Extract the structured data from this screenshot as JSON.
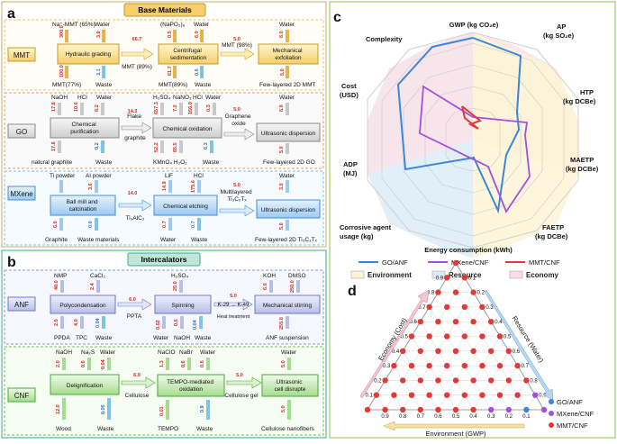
{
  "panel_a": {
    "letter": "a",
    "header": "Base Materials",
    "mmt": {
      "label": "MMT",
      "in1": "Na⁺-MMT (65%)",
      "in1_val": "300.0",
      "in2": "Water",
      "in2_val": "3.0",
      "box1": "Hydraulic grading",
      "out1_val": "100.0",
      "out1": "MMT(77%)",
      "waste_val": "3.1",
      "waste": "Waste",
      "arrow1_val": "66.7",
      "arrow1": "MMT (89%)",
      "in3": "(NaPO₃)₆",
      "in3_val": "0.5",
      "in4": "Water",
      "in4_val": "6.0",
      "box2": "Centrifugal sedimentation",
      "out2_val": "61.7",
      "out2": "MMT(89%)",
      "waste2_val": "0.6",
      "waste2": "Waste",
      "arrow2_val": "5.0",
      "arrow2": "MMT (98%)",
      "in5": "Water",
      "in5_val": "6.0",
      "box3": "Mechanical exfoliation",
      "product_val": "5.0",
      "product": "Few-layered 2D MMT"
    },
    "go": {
      "label": "GO",
      "in1": "NaOH",
      "in1_val": "17.8",
      "in2": "HCl",
      "in2_val": "10.6",
      "in3": "Water",
      "in3_val": "6.2",
      "box1": "Chemical purification",
      "src_val": "17.8",
      "src": "natural graphite",
      "waste_val": "0.2",
      "waste": "Waste",
      "arrow1_val": "14.3",
      "arrow1": "Flake graphite",
      "in4": "H₂SO₄",
      "in4_val": "657.3",
      "in5": "NaNO₃",
      "in5_val": "7.2",
      "in6": "HCl",
      "in6_val": "166.0",
      "in7": "Water",
      "in7_val": "0.3",
      "box2": "Chemical oxidation",
      "oxid_val": "52.2",
      "oxid_val2": "65.5",
      "oxid": "KMnO₄  H₂O₂",
      "waste2_val": "6.3",
      "waste2": "Waste",
      "arrow2_val": "5.0",
      "arrow2": "Graphene oxide",
      "in8": "Water",
      "in8_val": "6.0",
      "box3": "Ultrasonic dispersion",
      "product_val": "5.0",
      "product": "Few-layered 2D GO"
    },
    "mxene": {
      "label": "MXene",
      "in1": "Ti powder",
      "in1_val": "",
      "in2": "Al powder",
      "in2_val": "3.6",
      "box1": "Ball mill and calcination",
      "src_val": "6.0",
      "src": "Graphite",
      "waste_val": "0.0",
      "waste": "Waste materials",
      "arrow1_val": "14.0",
      "arrow1": "Ti₃AlC₂",
      "in3": "LiF",
      "in3_val": "14.9",
      "in4": "HCl",
      "in4_val": "175.6",
      "box2": "Chemical etching",
      "water_val": "0.7",
      "water": "Water",
      "waste2_val": "0.7",
      "waste2": "Waste",
      "arrow2_val": "5.0",
      "arrow2": "Multilayered Ti₃C₂Tₓ",
      "in5": "Water",
      "in5_val": "3.0",
      "box3": "Ultrasonic dispersion",
      "product_val": "5.0",
      "product": "Few-layered 2D Ti₃C₂Tₓ"
    }
  },
  "panel_b": {
    "letter": "b",
    "header": "Intercalators",
    "anf": {
      "label": "ANF",
      "in1": "NMP",
      "in1_val": "40.0",
      "in2": "CaCl₂",
      "in2_val": "2.4",
      "box1": "Polycondensation",
      "src1_val": "2.0",
      "src1": "PPDA",
      "src2_val": "4.0",
      "src2": "TPC",
      "waste_val": "0.04",
      "waste": "Waste",
      "arrow1_val": "6.0",
      "arrow1": "PPTA",
      "in3": "H₂SO₄",
      "in3_val": "25.0",
      "box2": "Spinning",
      "w1_val": "0.02",
      "w1": "Water",
      "w2_val": "0.5",
      "w2": "NaOH",
      "w3_val": "0.04",
      "w3": "Waste",
      "arrow2_val": "5.0",
      "arrow2": "K-29 → K-49",
      "arrow2b": "Heat treatment",
      "in4": "KOH",
      "in4_val": "6.0",
      "in5": "DMSO",
      "in5_val": "250.0",
      "box3": "Mechanical stirring",
      "product_val": "255.0",
      "product": "ANF suspension"
    },
    "cnf": {
      "label": "CNF",
      "in1": "NaOH",
      "in1_val": "2.0",
      "in2": "Na₂S",
      "in2_val": "0.6",
      "in3": "Water",
      "in3_val": "0.04",
      "box1": "Delignification",
      "src_val": "12.0",
      "src": "Wood",
      "waste_val": "0.05",
      "waste": "Waste",
      "arrow1_val": "6.0",
      "arrow1": "Cellulose",
      "in4": "NaClO",
      "in4_val": "1.3",
      "in5": "NaBr",
      "in5_val": "0.6",
      "in6": "Water",
      "in6_val": "0.5",
      "box2": "TEMPO-mediated oxidation",
      "tempo_val": "0.01",
      "tempo": "TEMPO",
      "waste2_val": "0.9",
      "waste2": "Waste",
      "arrow2_val": "5.0",
      "arrow2": "Cellulose gel",
      "in7": "Water",
      "in7_val": "5.0",
      "box3": "Ultrasonic cell disrupte",
      "product_val": "5.0",
      "product": "Cellulose nanofibers"
    }
  },
  "panel_c": {
    "letter": "c",
    "axes": [
      "GWP (kg CO₂e)",
      "AP (kg SO₂e)",
      "HTP (kg DCBe)",
      "MAETP (kg DCBe)",
      "FAETP (kg DCBe)",
      "Energy consumption (kWh)",
      "Corrosive agent usage (kg)",
      "ADP (MJ)",
      "Cost (USD)",
      "Complexity"
    ],
    "legend": [
      "GO/ANF",
      "MXene/CNF",
      "MMT/CNF"
    ],
    "bands": [
      "Environment",
      "Resource",
      "Economy"
    ],
    "colors": {
      "go_anf": "#3b87d6",
      "mxene_cnf": "#a44fe0",
      "mmt_cnf": "#e53935"
    }
  },
  "panel_d": {
    "letter": "d",
    "left_axis": "Economy (Cost)",
    "right_axis": "Resource (Water)",
    "bottom_axis": "Environment (GWP)",
    "ticks": [
      "0.1",
      "0.2",
      "0.3",
      "0.4",
      "0.5",
      "0.6",
      "0.7",
      "0.8",
      "0.9"
    ],
    "legend": [
      "GO/ANF",
      "MXene/CNF",
      "MMT/CNF"
    ]
  }
}
